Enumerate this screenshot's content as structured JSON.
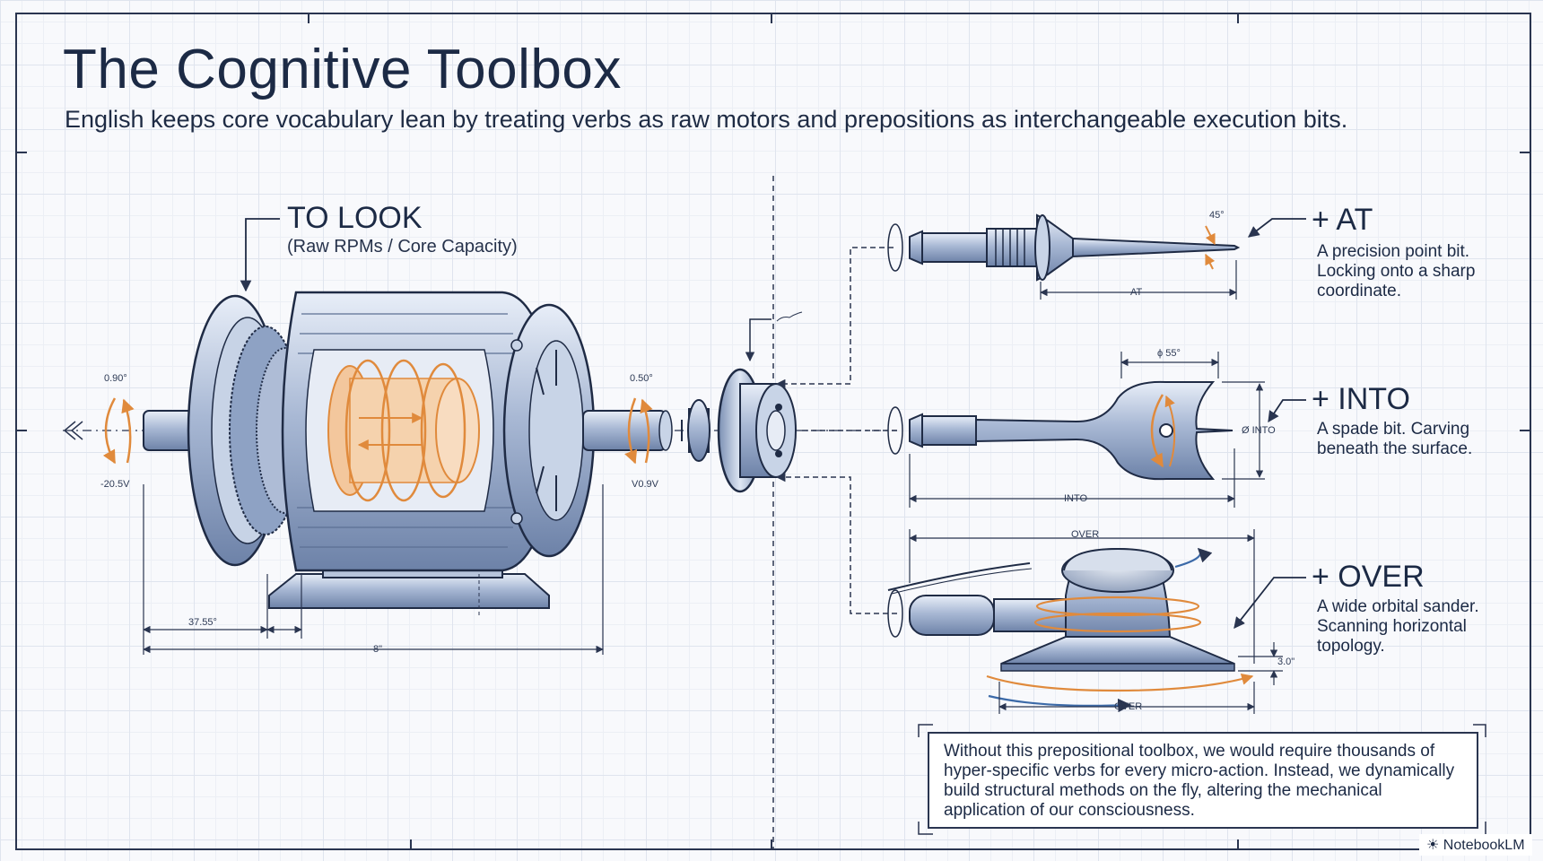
{
  "header": {
    "title": "The Cognitive Toolbox",
    "subtitle": "English keeps core vocabulary lean by treating verbs as raw motors and prepositions as interchangeable execution bits."
  },
  "motor": {
    "label": "TO LOOK",
    "sublabel": "(Raw RPMs / Core Capacity)",
    "dims": {
      "left_rotation": "0.90°",
      "right_rotation": "0.50°",
      "left_voltage": "-20.5V",
      "right_voltage": "V0.9V",
      "short_length": "37.55°",
      "total_length": "8\""
    }
  },
  "bits": [
    {
      "label": "+ AT",
      "description": "A precision point bit. Locking onto a sharp coordinate.",
      "dims": {
        "angle": "45°",
        "span": "AT"
      }
    },
    {
      "label": "+ INTO",
      "description": "A spade bit. Carving beneath the surface.",
      "dims": {
        "width": "ϕ 55°",
        "diameter": "Ø INTO",
        "span": "INTO"
      }
    },
    {
      "label": "+ OVER",
      "description": "A wide orbital sander. Scanning horizontal topology.",
      "dims": {
        "top_span": "OVER",
        "height": "3.0\"",
        "bottom_span": "OVER"
      }
    }
  ],
  "note": {
    "text": "Without this prepositional toolbox, we would require thousands of hyper-specific verbs for every micro-action. Instead, we dynamically build structural methods on the fly, altering the mechanical application of our consciousness."
  },
  "brand": {
    "name": "NotebookLM"
  },
  "colors": {
    "ink": "#1c2a45",
    "steel": "#9fb0cc",
    "steel_dark": "#5b6f93",
    "accent_orange": "#e08a3c",
    "accent_blue": "#3c6aa8"
  },
  "icons": {
    "brand": "notebooklm-logo-icon",
    "arrows": "arrow-icon"
  }
}
